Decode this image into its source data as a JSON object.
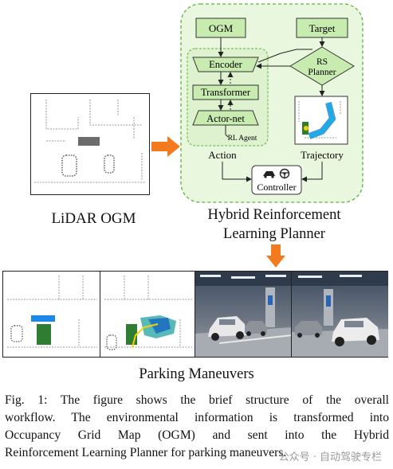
{
  "lidar": {
    "label": "LiDAR OGM"
  },
  "planner": {
    "title_line1": "Hybrid  Reinforcement",
    "title_line2": "Learning Planner",
    "nodes": {
      "ogm": "OGM",
      "target": "Target",
      "encoder": "Encoder",
      "transformer": "Transformer",
      "actor": "Actor-net",
      "rl_agent": "RL Agent",
      "rs_line1": "RS",
      "rs_line2": "Planner",
      "action": "Action",
      "trajectory": "Trajectory",
      "controller": "Controller"
    }
  },
  "parking": {
    "label": "Parking Maneuvers"
  },
  "caption": {
    "lines": [
      "Fig. 1: The figure shows the brief structure of the overall",
      "workflow. The environmental information is transformed into",
      "Occupancy Grid Map (OGM) and sent into the Hybrid",
      "Reinforcement Learning Planner for parking maneuvers."
    ]
  },
  "watermark": "公众号 · 自动驾驶专栏",
  "colors": {
    "panel_fill": "#eaf7df",
    "panel_border": "#5cb33b",
    "node_fill": "#c8ecb0",
    "arrow_orange": "#f47a1f",
    "obstacle_gray": "#6b6b6b",
    "ego_blue": "#1e88e5",
    "slot_green": "#2e7d32"
  }
}
